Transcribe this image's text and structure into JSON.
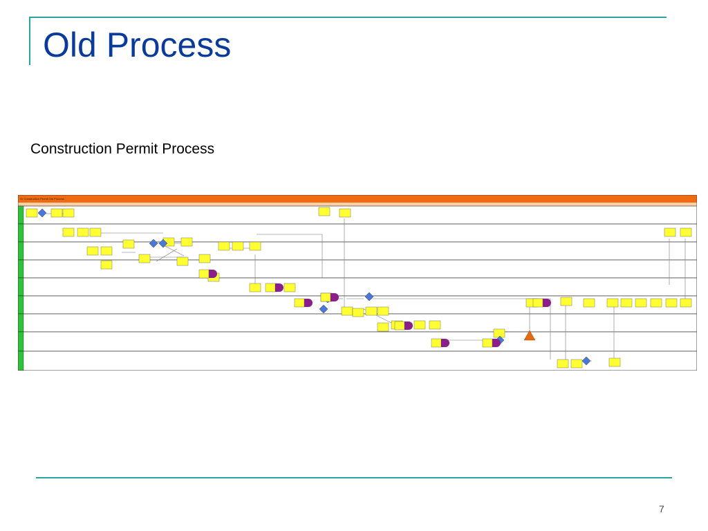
{
  "slide": {
    "title": "Old Process",
    "subtitle": "Construction Permit Process",
    "page_number": "7"
  },
  "diagram": {
    "header_title": "Gr Construction Permit Old Process",
    "colors": {
      "header": "#f06a10",
      "header_light": "#fbd0a8",
      "lane_label": "#2ec23a",
      "task": "#ffff33",
      "decision": "#4a78d8",
      "subprocess": "#8a1f8a",
      "alert": "#e66a12",
      "line": "#777777"
    }
  }
}
